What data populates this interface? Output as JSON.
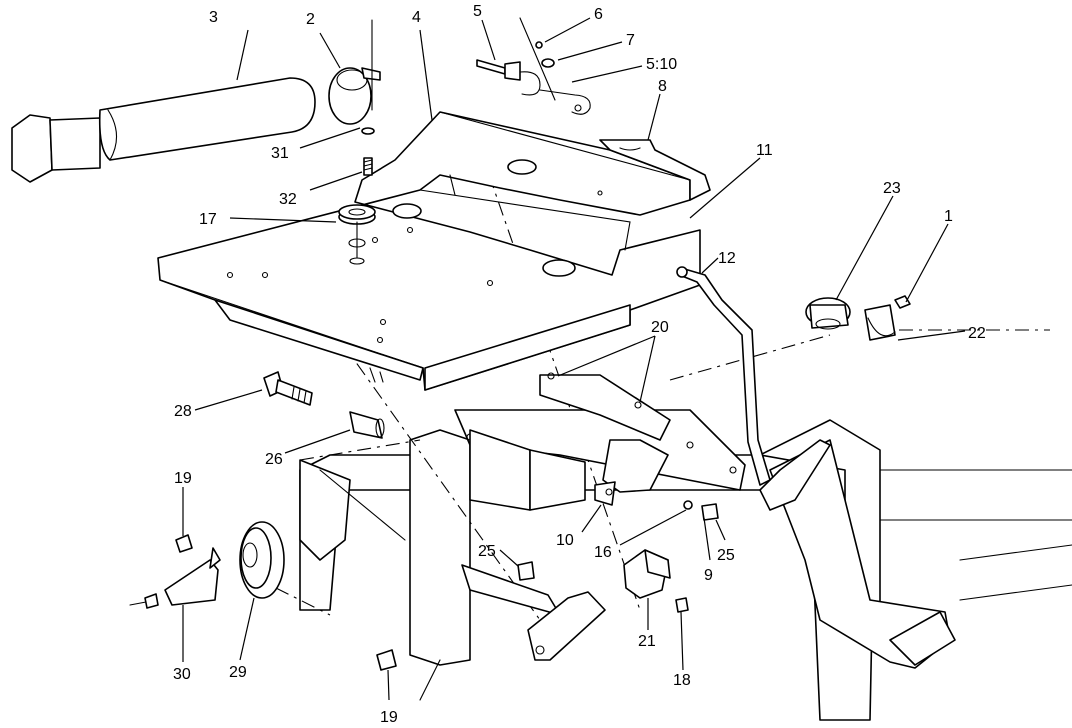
{
  "callouts": {
    "c1": "1",
    "c2": "2",
    "c3": "3",
    "c4": "4",
    "c5": "5",
    "c6": "6",
    "c7": "7",
    "c510": "5:10",
    "c8": "8",
    "c11": "11",
    "c31": "31",
    "c32": "32",
    "c17": "17",
    "c23": "23",
    "c12": "12",
    "c22": "22",
    "c20": "20",
    "c28": "28",
    "c26": "26",
    "c19a": "19",
    "c19b": "19",
    "c10": "10",
    "c16": "16",
    "c9": "9",
    "c25a": "25",
    "c25b": "25",
    "c21": "21",
    "c18": "18",
    "c30": "30",
    "c29": "29"
  },
  "colors": {
    "line": "#000000",
    "background": "#ffffff"
  }
}
